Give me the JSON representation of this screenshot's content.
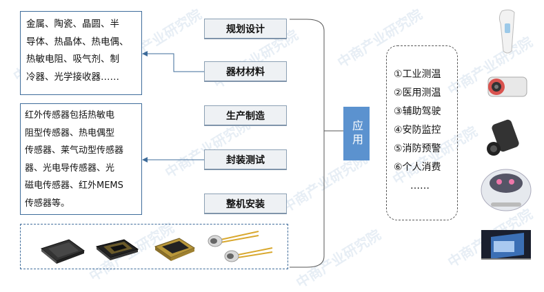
{
  "materials_text": [
    "金属、陶瓷、晶圆、半",
    "导体、热晶体、热电偶、",
    "热敏电阻、吸气剂、制",
    "冷器、光学接收器……"
  ],
  "sensors_text": [
    "红外传感器包括热敏电",
    "阻型传感器、热电偶型",
    "传感器、莱气动型传感器",
    "器、光电导传感器、光",
    "磁电传感器、红外MEMS",
    "传感器等。"
  ],
  "steps": [
    "规划设计",
    "器材材料",
    "生产制造",
    "封装测试",
    "整机安装"
  ],
  "apply_label": "应用",
  "applications": [
    "①工业测温",
    "②医用测温",
    "③辅助驾驶",
    "④安防监控",
    "⑤消防预警",
    "⑥个人消费",
    "……"
  ],
  "watermark": "中商产业研究院",
  "colors": {
    "border": "#3d6b9a",
    "step_bg": "#eef1f4",
    "apply_bg": "#5b92cf"
  }
}
